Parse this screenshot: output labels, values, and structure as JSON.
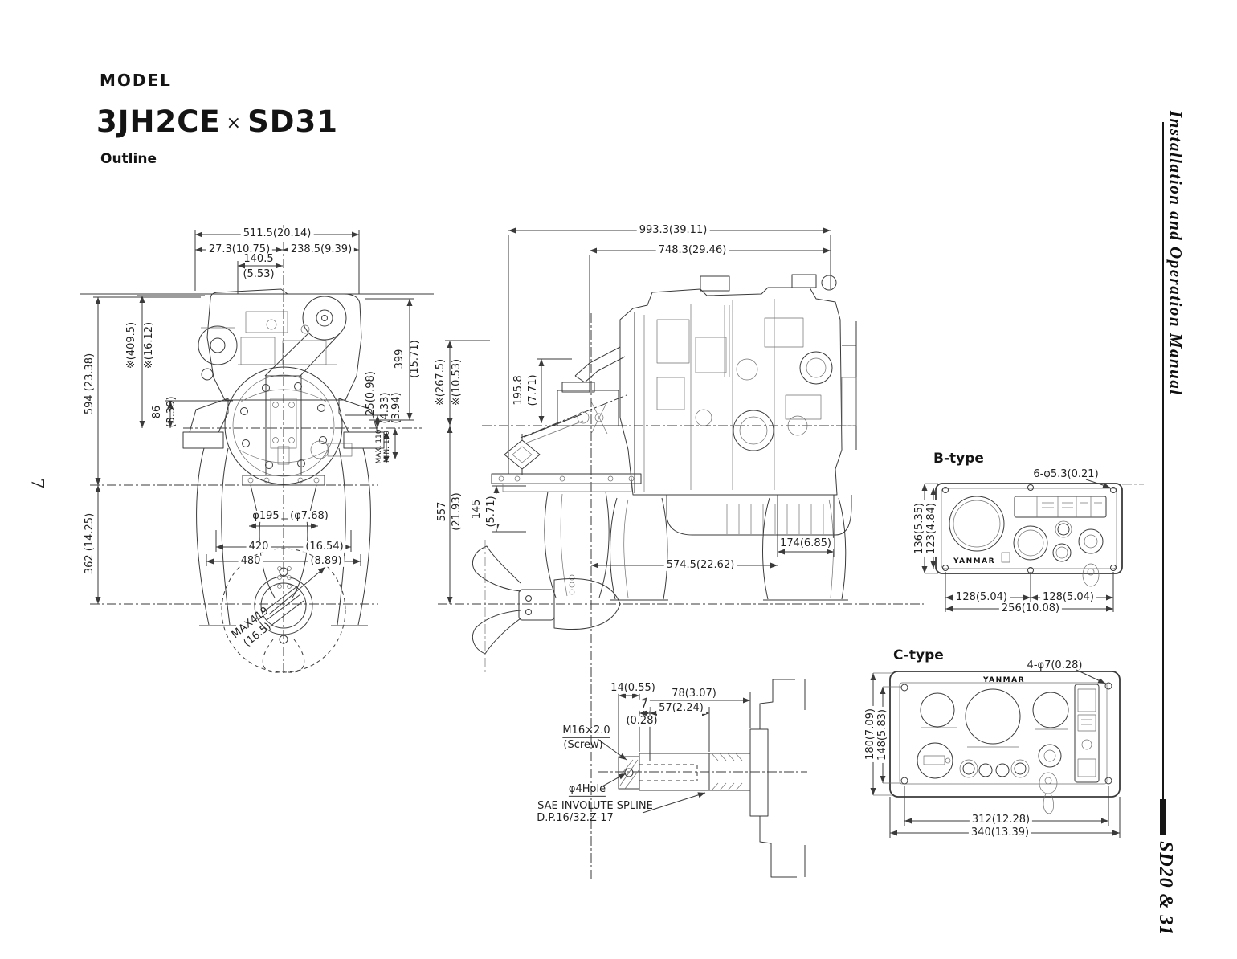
{
  "page": {
    "number": "7",
    "margin_title": "Installation and Operation Manual",
    "margin_footer": "SD20 & 31"
  },
  "header": {
    "model_label": "MODEL",
    "model_left": "3JH2CE",
    "model_times": "×",
    "model_right": "SD31",
    "subtitle": "Outline"
  },
  "front_view": {
    "dims": {
      "overall_width": "511.5(20.14)",
      "center_left": "27.3(10.75)",
      "center_right": "238.5(9.39)",
      "pulley_mm": "140.5",
      "pulley_in": "(5.53)",
      "height_total": "594 (23.38)",
      "ref_height_mm": "※(409.5)",
      "ref_height_in": "※(16.12)",
      "mount_mm": "86",
      "mount_in": "(3.39)",
      "right_mm": "399",
      "right_in": "(15.71)",
      "flange_mm": "25(0.98)",
      "foot_a": "(4.33)",
      "foot_b": "(3.94)",
      "adjust_max": "MAX. 110",
      "adjust_min": "MIN. 100",
      "below_mount": "362 (14.25)",
      "hub_mm": "φ195",
      "hub_in": "(φ7.68)",
      "w420_mm": "420",
      "w420_in": "(16.54)",
      "w480_mm": "480",
      "w480_in": "(8.89)",
      "prop_mm": "MAX419",
      "prop_in": "(16.5)"
    }
  },
  "side_view": {
    "dims": {
      "overall_length": "993.3(39.11)",
      "engine_length": "748.3(29.46)",
      "ref_front_mm": "※(267.5)",
      "ref_front_in": "※(10.53)",
      "top_mm": "195.8",
      "top_in": "(7.71)",
      "depth_mm": "557",
      "depth_in": "(21.93)",
      "skeg_mm": "145",
      "skeg_in": "(5.71)",
      "rear_foot": "174(6.85)",
      "prop_to_mount": "574.5(22.62)"
    }
  },
  "shaft_detail": {
    "dims": {
      "d14": "14(0.55)",
      "d78": "78(3.07)",
      "d7_mm": "7",
      "d7_in": "(0.28)",
      "d57": "57(2.24)"
    },
    "labels": {
      "screw_1": "M16×2.0",
      "screw_2": "(Screw)",
      "hole": "φ4Hole",
      "spline_1": "SAE INVOLUTE SPLINE",
      "spline_2": "D.P.16/32.Z-17"
    }
  },
  "b_panel": {
    "title": "B-type",
    "holes": "6-φ5.3(0.21)",
    "logo": "YANMAR",
    "dims": {
      "height_outer": "136(5.35)",
      "height_inner": "123(4.84)",
      "width_left": "128(5.04)",
      "width_right": "128(5.04)",
      "width_total": "256(10.08)"
    }
  },
  "c_panel": {
    "title": "C-type",
    "holes": "4-φ7(0.28)",
    "logo": "YANMAR",
    "dims": {
      "height_outer": "180(7.09)",
      "height_inner": "148(5.83)",
      "width_inner": "312(12.28)",
      "width_total": "340(13.39)"
    }
  }
}
